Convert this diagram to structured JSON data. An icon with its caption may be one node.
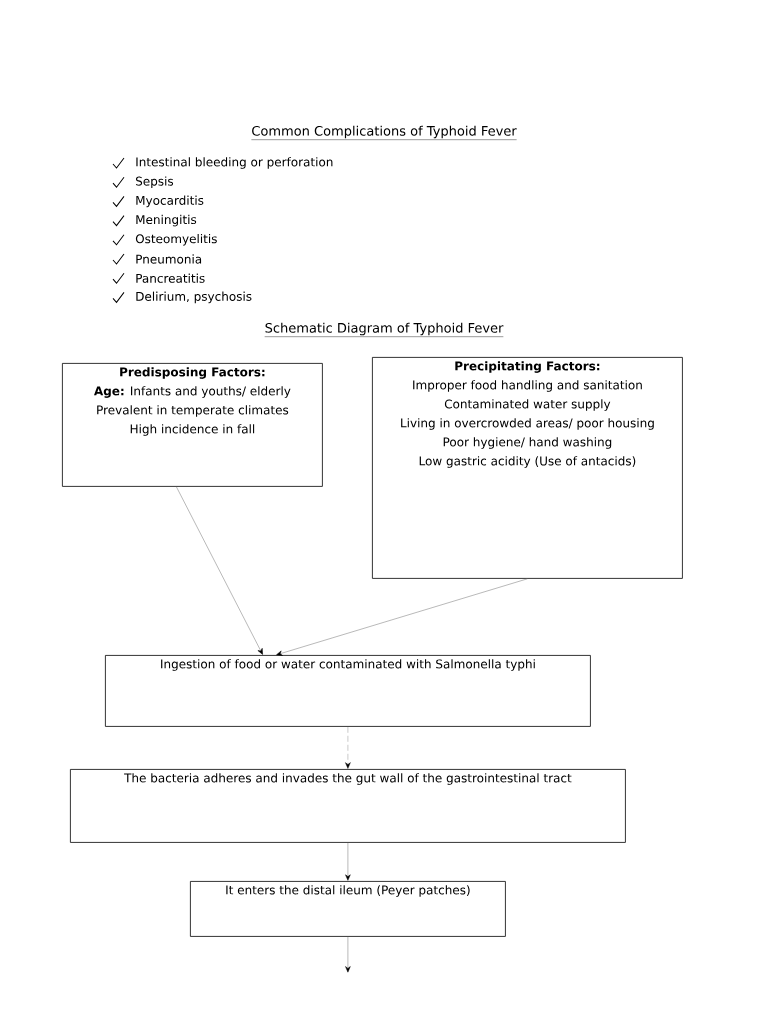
{
  "diagram": {
    "title": "Common Complications of Typhoid Fever",
    "nodes": [
      {
        "text": [
          "Predisposing Factors:",
          "**Age:**  Infants and youths/ elderly",
          "Prevalent in temperate climates",
          "High incidence in fall"
        ]
      },
      {
        "text": [
          "Precipitating Factors:",
          "Improper food handling and sanitation",
          "Contaminated water supply",
          "Living in overcrowded areas/ poor housing",
          "Poor hygiene/ hand washing",
          "Low gastric acidity (Use of antacids)"
        ]
      },
      {
        "text": [
          "Ingestion of food or water contaminated with Salmonella typhi"
        ]
      },
      {
        "text": [
          "The bacteria adheres and invades the gut wall of the gastrointestinal tract"
        ]
      },
      {
        "text": [
          "It enters the distal ileum (Peyer patches)"
        ]
      }
    ],
    "edges": [
      {
        "from": 0,
        "to": 2,
        "arrow": "to"
      },
      {
        "from": 1,
        "to": 2,
        "arrow": "to"
      },
      {
        "from": 2,
        "to": 3,
        "arrow": "to",
        "style": "dashed"
      },
      {
        "from": 3,
        "to": 4,
        "arrow": "to"
      },
      {
        "from": 4,
        "to": null,
        "arrow": "to"
      }
    ],
    "labels": [
      "Intestinal bleeding or perforation",
      "Sepsis",
      "Myocarditis",
      "Meningitis",
      "Osteomyelitis",
      "Pneumonia",
      "Pancreatitis",
      "Delirium, psychosis",
      "Schematic Diagram of Typhoid Fever"
    ]
  }
}
